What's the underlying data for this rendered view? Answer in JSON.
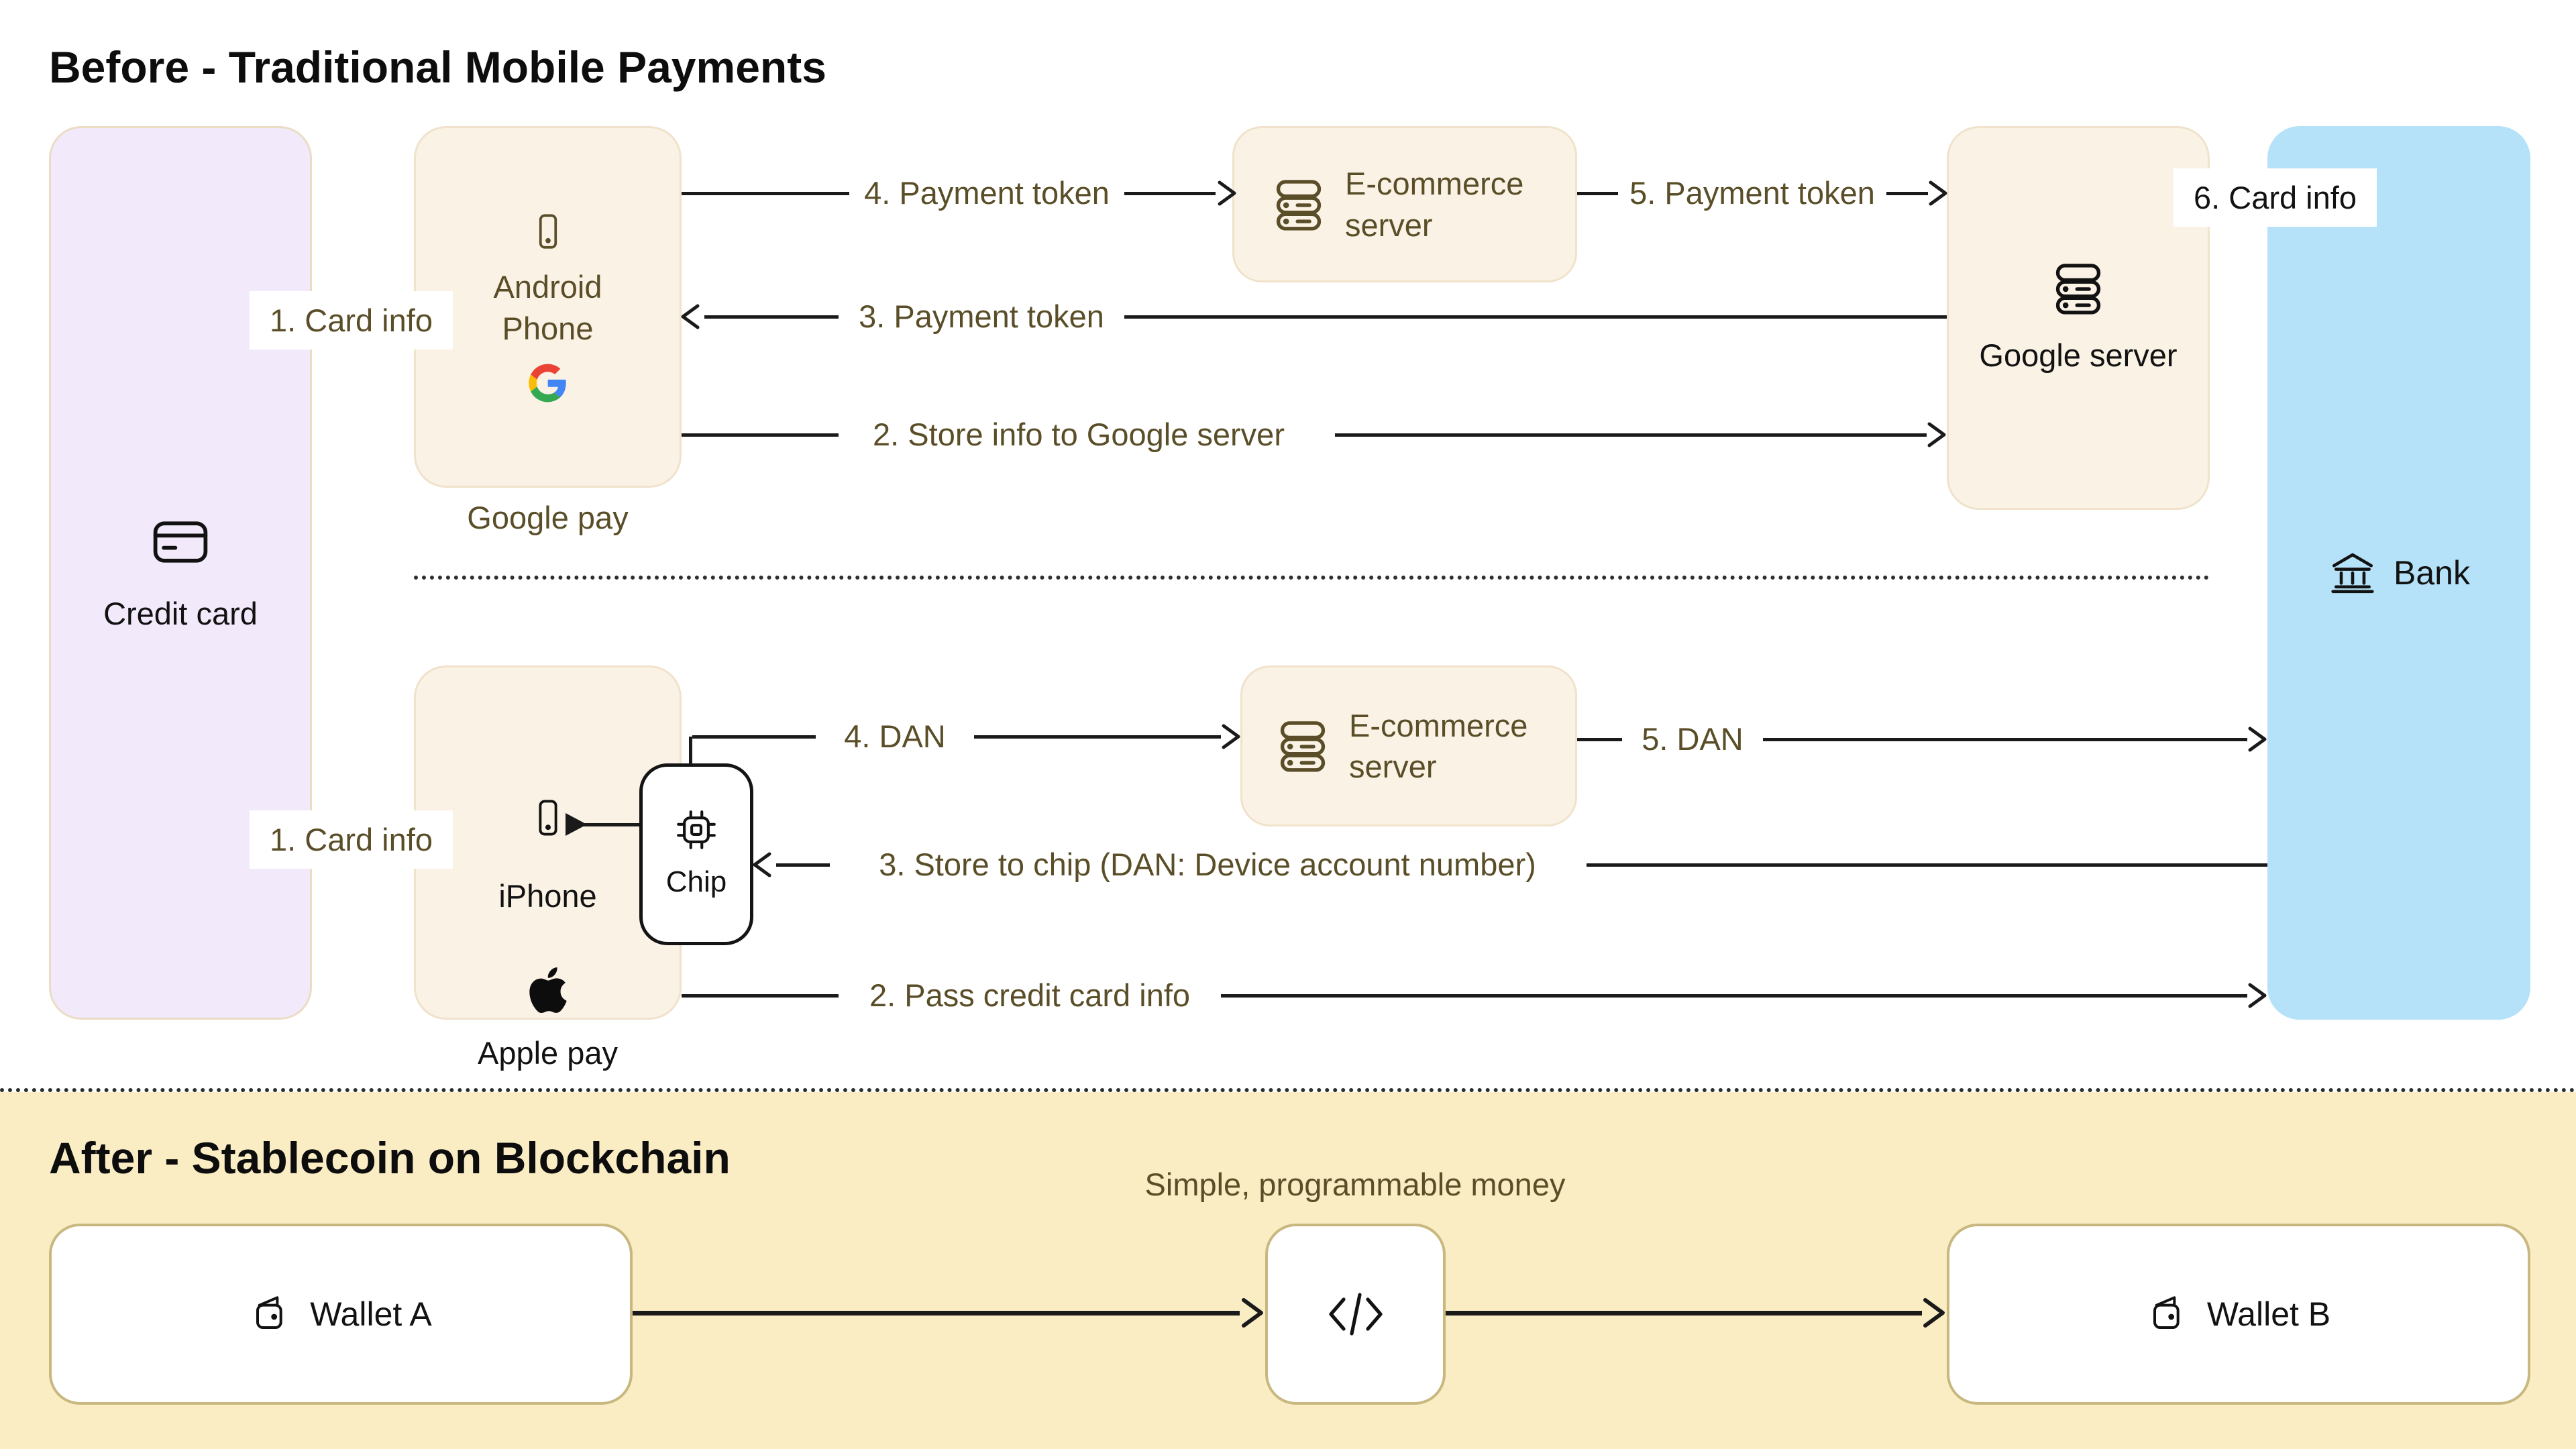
{
  "before": {
    "title": "Before - Traditional Mobile Payments",
    "credit_card": {
      "label": "Credit card"
    },
    "android": {
      "label": "Android Phone",
      "pay_label": "Google pay"
    },
    "ecommerce_top": {
      "label": "E-commerce server"
    },
    "google_server": {
      "label": "Google server"
    },
    "bank": {
      "label": "Bank"
    },
    "iphone": {
      "label": "iPhone",
      "pay_label": "Apple pay"
    },
    "chip": {
      "label": "Chip"
    },
    "ecommerce_bottom": {
      "label": "E-commerce server"
    },
    "google_flow": {
      "card_info": "1. Card info",
      "step2": "2. Store info to Google server",
      "step3": "3. Payment token",
      "step4": "4. Payment token",
      "step5": "5. Payment token",
      "step6": "6. Card info"
    },
    "apple_flow": {
      "card_info": "1. Card info",
      "step2": "2. Pass credit card info",
      "step3": "3. Store to chip (DAN: Device account number)",
      "step4": "4. DAN",
      "step5": "5. DAN"
    }
  },
  "after": {
    "title": "After - Stablecoin on Blockchain",
    "subtitle": "Simple, programmable money",
    "wallet_a": {
      "label": "Wallet A"
    },
    "wallet_b": {
      "label": "Wallet B"
    }
  },
  "colors": {
    "cream_fill": "#FBF2E6",
    "cream_border": "#F0E2CB",
    "lavender_fill": "#F2EAFB",
    "bank_blue": "#B5E2F8",
    "after_yellow": "#FAEDC4",
    "wallet_border": "#C8B87F",
    "olive_text": "#5A4E28",
    "line_black": "#1A1A1A",
    "google_blue": "#4285F4",
    "google_red": "#EA4335",
    "google_yellow": "#FBBC05",
    "google_green": "#34A853"
  }
}
